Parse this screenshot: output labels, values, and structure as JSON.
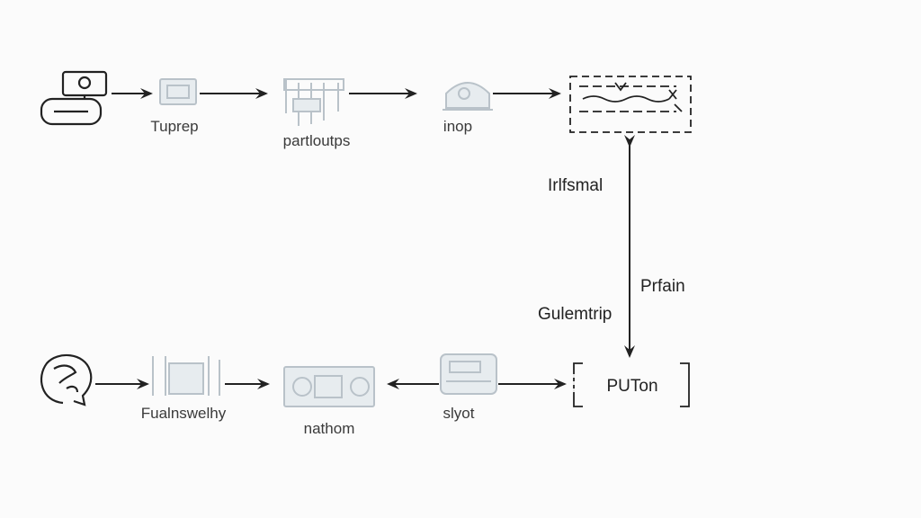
{
  "colors": {
    "background": "#fbfbfb",
    "line": "#222222",
    "label": "#3a3a3a",
    "faded_icon": "#b9c2c9",
    "faded_fill": "#e7ecef"
  },
  "top_row": {
    "node_labels": [
      "Tuprep",
      "partloutps",
      "inop"
    ]
  },
  "bottom_row": {
    "node_labels": [
      "Fualnswelhy",
      "nathom",
      "slyot"
    ],
    "output_box_label": "PUTon"
  },
  "connector": {
    "upper_label": "Irlfsmal",
    "right_label": "Prfain",
    "left_label": "Gulemtrip"
  },
  "icons": {
    "top_start": "computer-terminal-icon",
    "top_node_1": "framed-panel-icon",
    "top_node_2": "server-rack-icon",
    "top_node_3": "dome-device-icon",
    "top_end": "dashed-document-icon",
    "bottom_start": "head-profile-icon",
    "bottom_node_1": "tools-frame-icon",
    "bottom_node_2": "gauge-panel-icon",
    "bottom_node_3": "console-device-icon"
  }
}
